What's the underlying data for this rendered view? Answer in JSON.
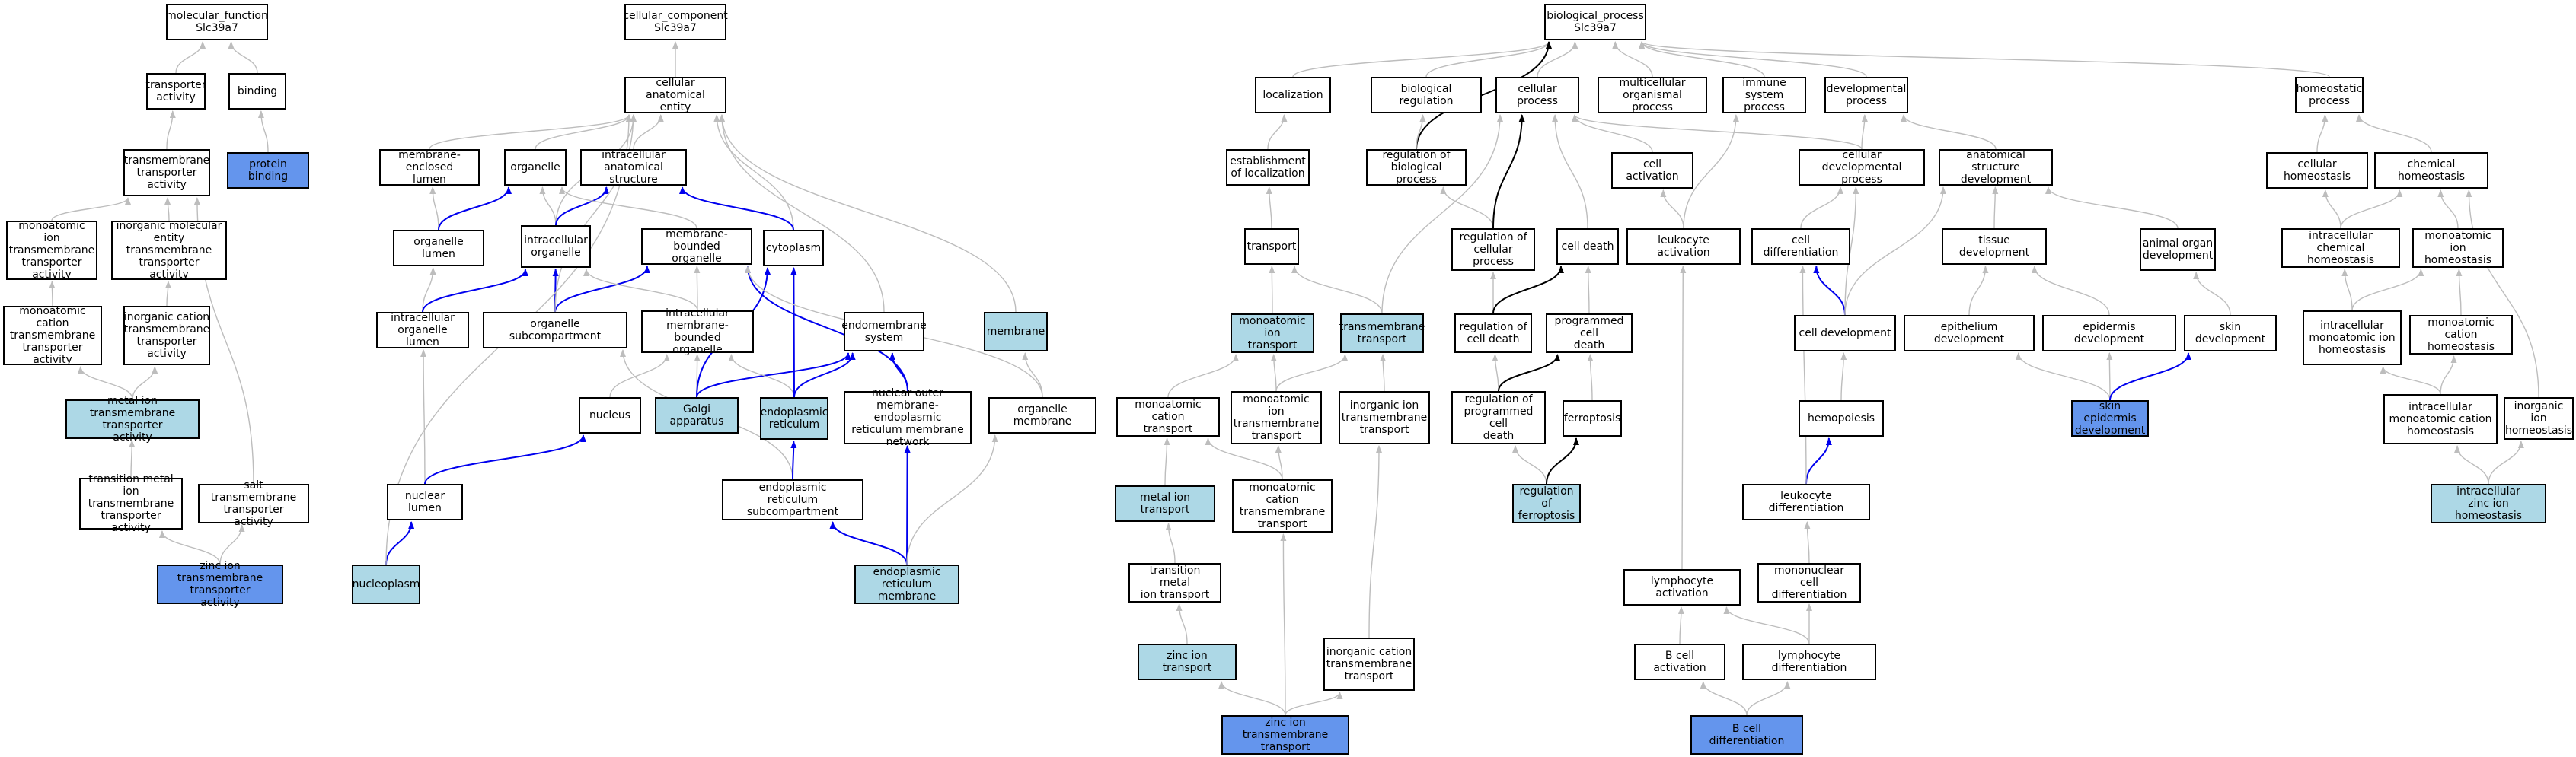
{
  "colors": {
    "light": "#add8e6",
    "dark": "#6495ed",
    "edge_gray": "#bdbdbd",
    "edge_blue": "#0000ee",
    "edge_black": "#000000"
  },
  "nodes": {
    "mf": "molecular_function\nSlc39a7",
    "transporter_activity": "transporter\nactivity",
    "binding": "binding",
    "protein_binding": "protein binding",
    "tm_transporter": "transmembrane\ntransporter\nactivity",
    "mono_ion_tm": "monoatomic ion\ntransmembrane\ntransporter\nactivity",
    "inorg_mol_tm": "inorganic molecular\nentity transmembrane\ntransporter\nactivity",
    "mono_cation_tm": "monoatomic cation\ntransmembrane\ntransporter\nactivity",
    "inorg_cation_tm": "inorganic cation\ntransmembrane\ntransporter\nactivity",
    "metal_ion_tm": "metal ion transmembrane\ntransporter\nactivity",
    "trans_metal_tm": "transition metal\nion transmembrane\ntransporter\nactivity",
    "salt_tm": "salt transmembrane\ntransporter\nactivity",
    "zinc_tm_act": "zinc ion transmembrane\ntransporter\nactivity",
    "cc": "cellular_component\nSlc39a7",
    "cae": "cellular anatomical\nentity",
    "mem_enc_lumen": "membrane-enclosed\nlumen",
    "organelle": "organelle",
    "intra_anat": "intracellular\nanatomical structure",
    "organelle_lumen": "organelle lumen",
    "intra_organelle": "intracellular\norganelle",
    "mem_bound_org": "membrane-bounded\norganelle",
    "cytoplasm": "cytoplasm",
    "intra_org_lumen": "intracellular\norganelle lumen",
    "org_subcomp": "organelle subcompartment",
    "intra_mem_bound": "intracellular\nmembrane-bounded\norganelle",
    "endomembrane": "endomembrane\nsystem",
    "membrane": "membrane",
    "nucleus": "nucleus",
    "golgi": "Golgi apparatus",
    "er": "endoplasmic\nreticulum",
    "nuc_outer": "nuclear outer\nmembrane-endoplasmic\nreticulum membrane\nnetwork",
    "org_membrane": "organelle membrane",
    "nuclear_lumen": "nuclear lumen",
    "er_subcomp": "endoplasmic\nreticulum subcompartment",
    "nucleoplasm": "nucleoplasm",
    "er_membrane": "endoplasmic\nreticulum membrane",
    "bp": "biological_process\nSlc39a7",
    "localization": "localization",
    "bio_reg": "biological regulation",
    "cell_process": "cellular process",
    "multicell": "multicellular\norganismal process",
    "immune": "immune system\nprocess",
    "dev_process": "developmental\nprocess",
    "homeostatic": "homeostatic\nprocess",
    "est_loc": "establishment\nof localization",
    "reg_bio": "regulation of\nbiological process",
    "cell_activation": "cell activation",
    "cell_dev_process": "cellular developmental\nprocess",
    "anat_dev": "anatomical structure\ndevelopment",
    "cell_homeo": "cellular homeostasis",
    "chem_homeo": "chemical homeostasis",
    "transport": "transport",
    "reg_cell_proc": "regulation of\ncellular process",
    "cell_death": "cell death",
    "leuk_act": "leukocyte activation",
    "cell_diff": "cell differentiation",
    "tissue_dev": "tissue development",
    "animal_org_dev": "animal organ\ndevelopment",
    "intra_chem_homeo": "intracellular\nchemical homeostasis",
    "mono_ion_homeo": "monoatomic ion\nhomeostasis",
    "mono_ion_transport": "monoatomic ion\ntransport",
    "tm_transport": "transmembrane\ntransport",
    "reg_cell_death": "regulation of\ncell death",
    "prog_cell_death": "programmed cell\ndeath",
    "cell_development": "cell development",
    "epith_dev": "epithelium development",
    "epid_dev": "epidermis development",
    "skin_dev": "skin development",
    "intra_mono_ion_homeo": "intracellular\nmonoatomic ion\nhomeostasis",
    "mono_cation_homeo": "monoatomic cation\nhomeostasis",
    "mono_cation_transport": "monoatomic cation\ntransport",
    "mono_ion_tm_transport": "monoatomic ion\ntransmembrane\ntransport",
    "inorg_ion_tm_transport": "inorganic ion\ntransmembrane\ntransport",
    "reg_prog_death": "regulation of\nprogrammed cell\ndeath",
    "ferroptosis": "ferroptosis",
    "hemopoiesis": "hemopoiesis",
    "skin_epid_dev": "skin epidermis\ndevelopment",
    "intra_mono_cation_homeo": "intracellular\nmonoatomic cation\nhomeostasis",
    "inorg_ion_homeo": "inorganic ion\nhomeostasis",
    "metal_ion_transport": "metal ion transport",
    "mono_cation_tm_transport": "monoatomic cation\ntransmembrane\ntransport",
    "reg_ferroptosis": "regulation of\nferroptosis",
    "leuk_diff": "leukocyte differentiation",
    "intra_zinc_homeo": "intracellular\nzinc ion homeostasis",
    "trans_metal_transport": "transition metal\nion transport",
    "lymph_act": "lymphocyte activation",
    "mono_cell_diff": "mononuclear\ncell differentiation",
    "zinc_transport": "zinc ion transport",
    "inorg_cation_tm_transport": "inorganic cation\ntransmembrane\ntransport",
    "b_cell_act": "B cell activation",
    "lymph_diff": "lymphocyte differentiation",
    "zinc_tm_transport": "zinc ion transmembrane\ntransport",
    "b_cell_diff": "B cell differentiation"
  }
}
